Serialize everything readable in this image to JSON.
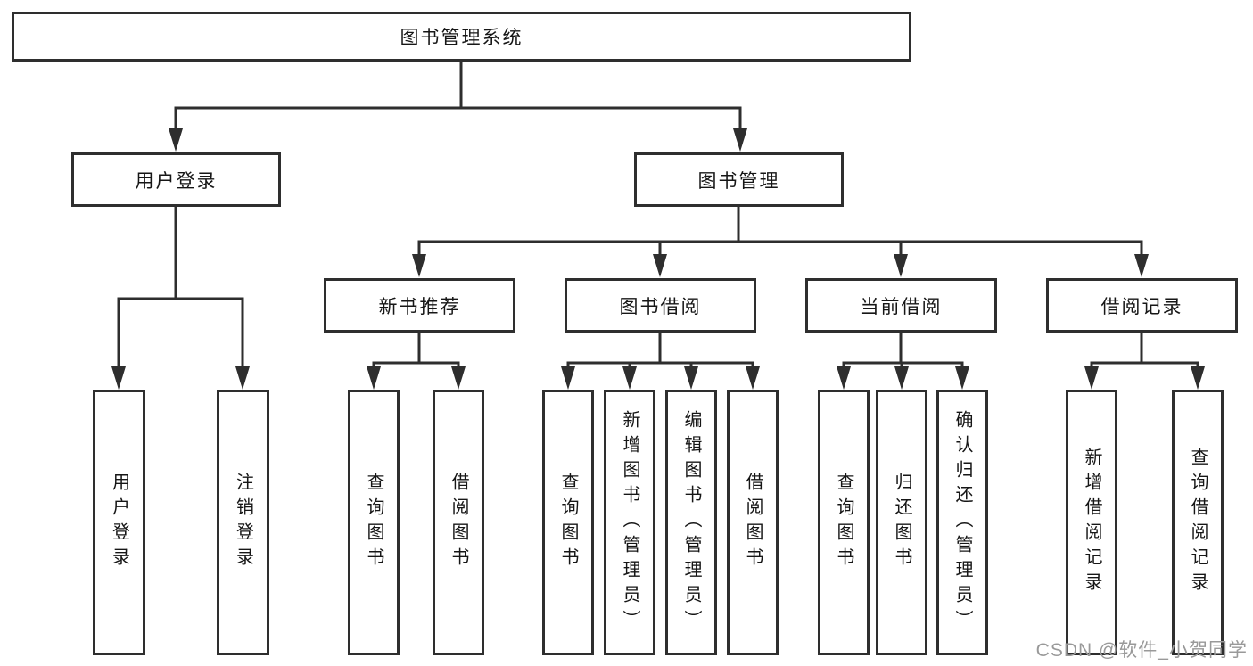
{
  "diagram": {
    "title": "图书管理系统",
    "root": {
      "label": "图书管理系统"
    },
    "level2": [
      {
        "label": "用户登录"
      },
      {
        "label": "图书管理"
      }
    ],
    "level3": [
      {
        "label": "新书推荐",
        "parent": "图书管理"
      },
      {
        "label": "图书借阅",
        "parent": "图书管理"
      },
      {
        "label": "当前借阅",
        "parent": "图书管理"
      },
      {
        "label": "借阅记录",
        "parent": "图书管理"
      }
    ],
    "leaves": [
      {
        "label": "用户登录",
        "parent": "用户登录"
      },
      {
        "label": "注销登录",
        "parent": "用户登录"
      },
      {
        "label": "查询图书",
        "parent": "新书推荐"
      },
      {
        "label": "借阅图书",
        "parent": "新书推荐"
      },
      {
        "label": "查询图书",
        "parent": "图书借阅"
      },
      {
        "label": "新增图书（管理员）",
        "parent": "图书借阅"
      },
      {
        "label": "编辑图书（管理员）",
        "parent": "图书借阅"
      },
      {
        "label": "借阅图书",
        "parent": "图书借阅"
      },
      {
        "label": "查询图书",
        "parent": "当前借阅"
      },
      {
        "label": "归还图书",
        "parent": "当前借阅"
      },
      {
        "label": "确认归还（管理员）",
        "parent": "当前借阅"
      },
      {
        "label": "新增借阅记录",
        "parent": "借阅记录"
      },
      {
        "label": "查询借阅记录",
        "parent": "借阅记录"
      }
    ]
  },
  "watermark": "CSDN @软件_小贺同学",
  "colors": {
    "line": "#2e2e2e",
    "box_background": "#ffffff",
    "text": "#161616",
    "watermark": "#999999",
    "page_background": "#ffffff"
  }
}
